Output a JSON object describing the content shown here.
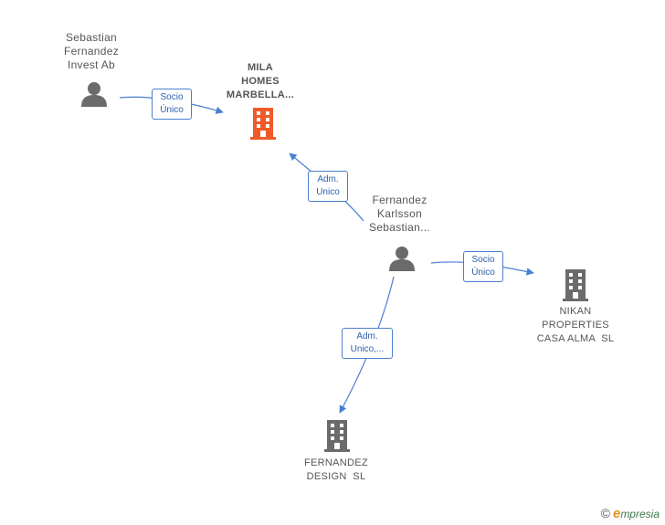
{
  "nodes": {
    "sebastian_invest": {
      "label": [
        "Sebastian",
        "Fernandez",
        "Invest Ab"
      ],
      "type": "person"
    },
    "mila_homes": {
      "label": [
        "MILA",
        "HOMES",
        "MARBELLA..."
      ],
      "type": "company-highlight"
    },
    "fernandez_karlsson": {
      "label": [
        "Fernandez",
        "Karlsson",
        "Sebastian..."
      ],
      "type": "person"
    },
    "nikan_properties": {
      "label": [
        "NIKAN",
        "PROPERTIES",
        "CASA ALMA  SL"
      ],
      "type": "company"
    },
    "fernandez_design": {
      "label": [
        "FERNANDEZ",
        "DESIGN  SL"
      ],
      "type": "company"
    }
  },
  "edges": {
    "e1": {
      "from": "sebastian_invest",
      "to": "mila_homes",
      "label": [
        "Socio",
        "Único"
      ]
    },
    "e2": {
      "from": "fernandez_karlsson",
      "to": "mila_homes",
      "label": [
        "Adm.",
        "Unico"
      ]
    },
    "e3": {
      "from": "fernandez_karlsson",
      "to": "nikan_properties",
      "label": [
        "Socio",
        "Único"
      ]
    },
    "e4": {
      "from": "fernandez_karlsson",
      "to": "fernandez_design",
      "label": [
        "Adm.",
        "Unico,..."
      ]
    }
  },
  "colors": {
    "edge": "#4a7fcf",
    "person_icon": "#6b6b6b",
    "company_icon": "#6b6b6b",
    "highlight_icon": "#f05a28"
  },
  "brand": {
    "copyright": "©",
    "initial": "e",
    "name": "mpresia"
  }
}
